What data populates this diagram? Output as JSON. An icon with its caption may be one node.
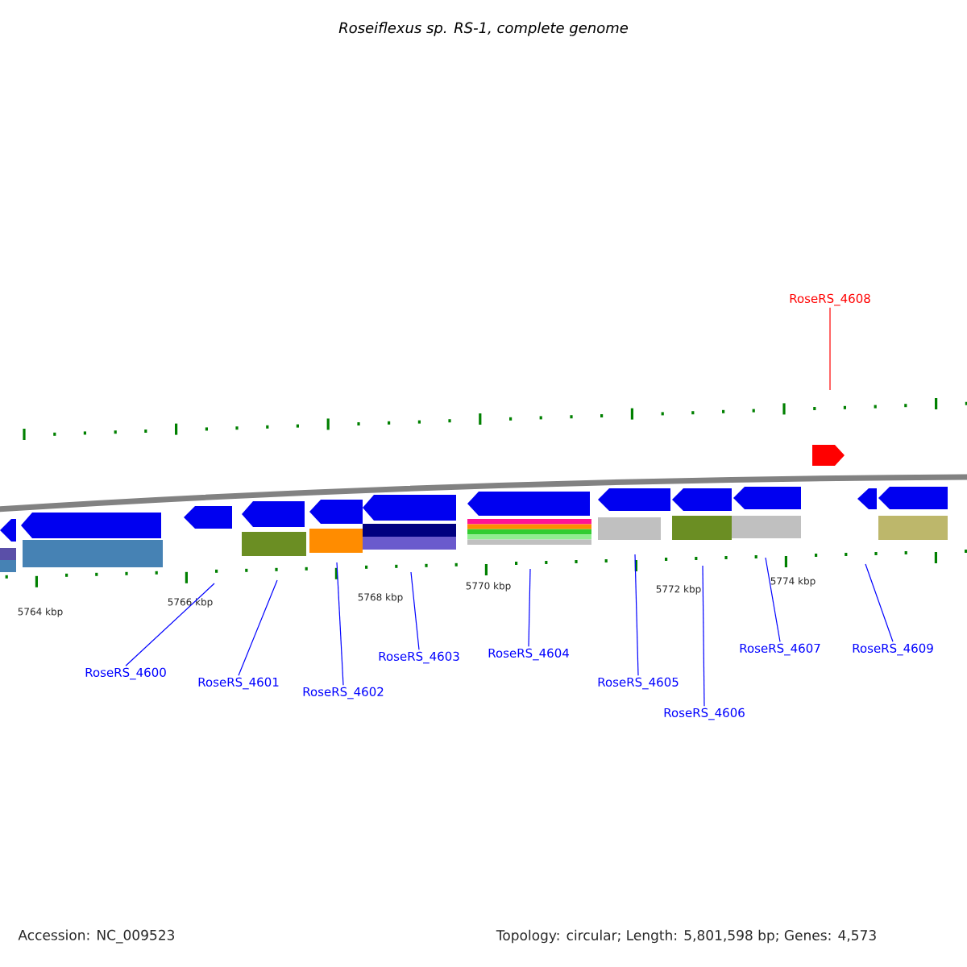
{
  "diagram": {
    "title": "Roseiflexus sp. RS-1, complete genome",
    "nodes": [
      {
        "text": [
          "RoseRS_4608"
        ]
      },
      {
        "text": [
          "RoseRS_4600"
        ]
      },
      {
        "text": [
          "RoseRS_4601"
        ]
      },
      {
        "text": [
          "RoseRS_4602"
        ]
      },
      {
        "text": [
          "RoseRS_4603"
        ]
      },
      {
        "text": [
          "RoseRS_4604"
        ]
      },
      {
        "text": [
          "RoseRS_4605"
        ]
      },
      {
        "text": [
          "RoseRS_4606"
        ]
      },
      {
        "text": [
          "RoseRS_4607"
        ]
      },
      {
        "text": [
          "RoseRS_4609"
        ]
      }
    ],
    "edges": [
      {
        "from": 0,
        "to": null,
        "arrow": "none",
        "color": "#ff0000"
      },
      {
        "from": 1,
        "to": null,
        "arrow": "none"
      },
      {
        "from": 2,
        "to": null,
        "arrow": "none"
      },
      {
        "from": 3,
        "to": null,
        "arrow": "none"
      },
      {
        "from": 4,
        "to": null,
        "arrow": "none"
      },
      {
        "from": 5,
        "to": null,
        "arrow": "none"
      },
      {
        "from": 6,
        "to": null,
        "arrow": "none"
      },
      {
        "from": 7,
        "to": null,
        "arrow": "none"
      },
      {
        "from": 8,
        "to": null,
        "arrow": "none"
      },
      {
        "from": 9,
        "to": null,
        "arrow": "none"
      }
    ],
    "labels": [
      "5764 kbp",
      "5766 kbp",
      "5768 kbp",
      "5770 kbp",
      "5772 kbp",
      "5774 kbp",
      "Accession: NC_009523",
      "Topology: circular; Length: 5,801,598 bp; Genes: 4,573"
    ]
  }
}
